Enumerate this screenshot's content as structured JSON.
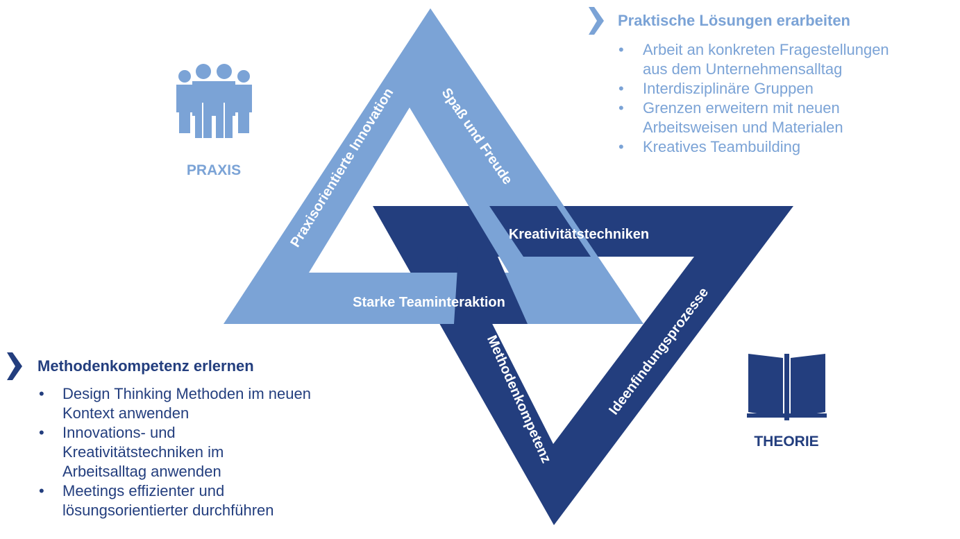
{
  "colors": {
    "light_blue": "#7ba3d6",
    "dark_blue": "#233e7e",
    "white": "#ffffff"
  },
  "praxis": {
    "label": "PRAXIS",
    "icon": "people-group-icon"
  },
  "theorie": {
    "label": "THEORIE",
    "icon": "open-book-icon"
  },
  "light_triangle": {
    "left_side": "Praxisorientierte Innovation",
    "right_side": "Spaß und Freude",
    "bottom_side": "Starke Teaminteraktion"
  },
  "dark_triangle": {
    "top_side": "Kreativitätstechniken",
    "right_side": "Ideenfindungsprozesse",
    "left_side": "Methodenkompetenz"
  },
  "right_panel": {
    "title": "Praktische Lösungen erarbeiten",
    "items": [
      [
        "Arbeit an konkreten Fragestellungen",
        "aus dem Unternehmensalltag"
      ],
      [
        "Interdisziplinäre Gruppen"
      ],
      [
        "Grenzen erweitern mit neuen",
        "Arbeitsweisen und Materialen"
      ],
      [
        "Kreatives Teambuilding"
      ]
    ]
  },
  "left_panel": {
    "title": "Methodenkompetenz erlernen",
    "items": [
      [
        "Design Thinking Methoden im neuen",
        "Kontext anwenden"
      ],
      [
        "Innovations- und",
        "Kreativitätstechniken im",
        "Arbeitsalltag anwenden"
      ],
      [
        "Meetings effizienter und",
        "lösungsorientierter durchführen"
      ]
    ]
  }
}
